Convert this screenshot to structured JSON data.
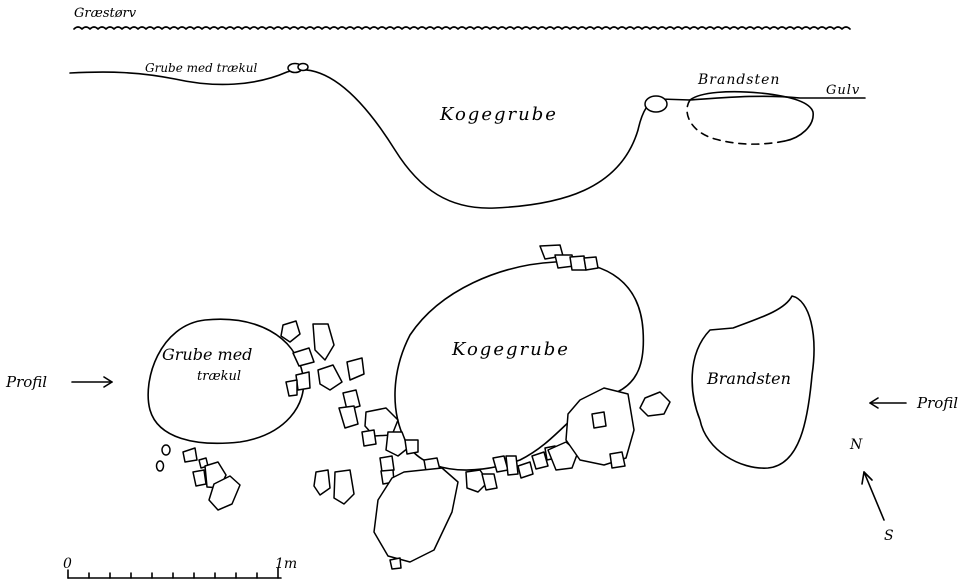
{
  "section": {
    "turf_label": "Græstørv",
    "charcoal_pit_label": "Grube med trækul",
    "cooking_pit_label": "Kogegrube",
    "fire_stone_label": "Brandsten",
    "floor_label": "Gulv"
  },
  "plan": {
    "charcoal_pit_label_line1": "Grube med",
    "charcoal_pit_label_line2": "trækul",
    "cooking_pit_label": "Kogegrube",
    "fire_stone_label": "Brandsten",
    "profile_left_label": "Profil",
    "profile_right_label": "Profil",
    "north_label": "N",
    "south_label": "S"
  },
  "scale_bar": {
    "start_label": "0",
    "end_label": "1m"
  }
}
